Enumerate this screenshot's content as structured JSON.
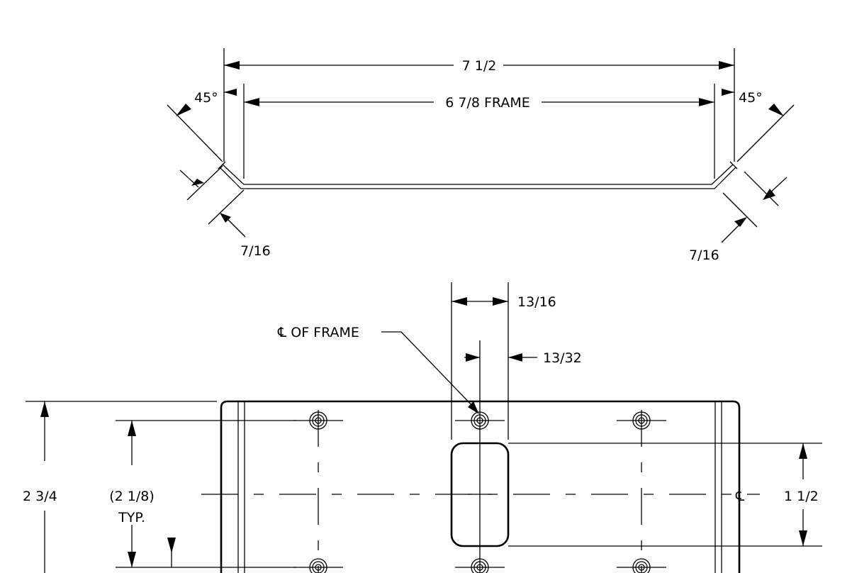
{
  "drawing": {
    "side_view": {
      "overall_width": "7 1/2",
      "frame_width": "6 7/8 FRAME",
      "angle_left": "45°",
      "angle_right": "45°",
      "flange_left": "7/16",
      "flange_right": "7/16"
    },
    "plan_view": {
      "centerline_label": "℄ OF FRAME",
      "slot_width": "13/16",
      "slot_half_width": "13/32",
      "overall_height": "2 3/4",
      "hole_spacing_line1": "(2 1/8)",
      "hole_spacing_line2": "TYP.",
      "slot_height": "1 1/2",
      "centerline_symbol": "℄"
    }
  }
}
